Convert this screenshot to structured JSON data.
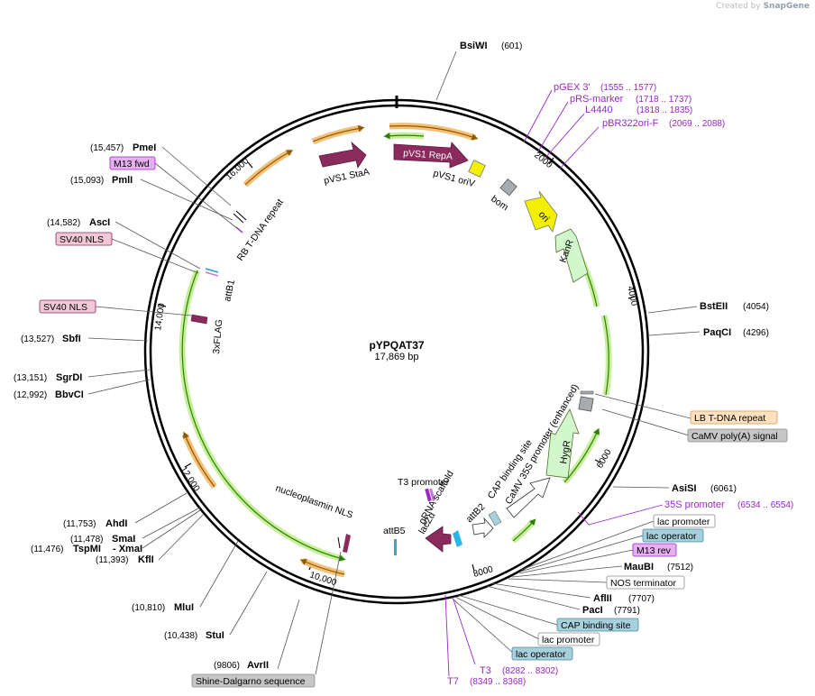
{
  "watermark": {
    "prefix": "Created by",
    "brand": "SnapGene"
  },
  "plasmid": {
    "name": "pYPQAT37",
    "length": "17,869 bp"
  },
  "ticks": [
    "2000",
    "4000",
    "6000",
    "8000",
    "10,000",
    "12,000",
    "14,000",
    "16,000"
  ],
  "sites": {
    "bsiwi": {
      "name": "BsiWI",
      "pos": "(601)"
    },
    "bsteii": {
      "name": "BstEII",
      "pos": "(4054)"
    },
    "paqci": {
      "name": "PaqCI",
      "pos": "(4296)"
    },
    "asisi": {
      "name": "AsiSI",
      "pos": "(6061)"
    },
    "maubi": {
      "name": "MauBI",
      "pos": "(7512)"
    },
    "aflii": {
      "name": "AflII",
      "pos": "(7707)"
    },
    "paci": {
      "name": "PacI",
      "pos": "(7791)"
    },
    "pmei": {
      "name": "PmeI",
      "pos": "(15,457)"
    },
    "pmli": {
      "name": "PmlI",
      "pos": "(15,093)"
    },
    "asci": {
      "name": "AscI",
      "pos": "(14,582)"
    },
    "sbfi": {
      "name": "SbfI",
      "pos": "(13,527)"
    },
    "sgrdi": {
      "name": "SgrDI",
      "pos": "(13,151)"
    },
    "bbvci": {
      "name": "BbvCI",
      "pos": "(12,992)"
    },
    "ahdi": {
      "name": "AhdI",
      "pos": "(11,753)"
    },
    "smai": {
      "name": "SmaI",
      "pos": "(11,478)"
    },
    "tspmi": {
      "name": "TspMI",
      "pos": "(11,476)",
      "extra": "- XmaI"
    },
    "kfli": {
      "name": "KflI",
      "pos": "(11,393)"
    },
    "mlui": {
      "name": "MluI",
      "pos": "(10,810)"
    },
    "stui": {
      "name": "StuI",
      "pos": "(10,438)"
    },
    "avrii": {
      "name": "AvrII",
      "pos": "(9806)"
    }
  },
  "primers": {
    "pgex3": {
      "name": "pGEX 3'",
      "pos": "(1555 .. 1577)"
    },
    "prsmarker": {
      "name": "pRS-marker",
      "pos": "(1718 .. 1737)"
    },
    "l4440": {
      "name": "L4440",
      "pos": "(1818 .. 1835)"
    },
    "pbr322": {
      "name": "pBR322ori-F",
      "pos": "(2069 .. 2088)"
    },
    "p35s": {
      "name": "35S promoter",
      "pos": "(6534 .. 6554)"
    },
    "t3": {
      "name": "T3",
      "pos": "(8282 .. 8302)"
    },
    "t7": {
      "name": "T7",
      "pos": "(8349 .. 8368)"
    },
    "m13fwd": {
      "name": "M13 fwd"
    },
    "m13rev": {
      "name": "M13 rev"
    }
  },
  "boxed_features": {
    "lb_tdna": "LB T-DNA repeat",
    "camv_polya": "CaMV poly(A) signal",
    "lac_promoter_1": "lac promoter",
    "lac_operator_1": "lac operator",
    "nos_terminator": "NOS terminator",
    "cap_binding_1": "CAP binding site",
    "lac_promoter_2": "lac promoter",
    "lac_operator_2": "lac operator",
    "sv40_nls_1": "SV40 NLS",
    "sv40_nls_2": "SV40 NLS",
    "shine_dalgarno": "Shine-Dalgarno sequence"
  },
  "features": {
    "pvs1_staa": "pVS1 StaA",
    "pvs1_repa": "pVS1 RepA",
    "pvs1_oriv": "pVS1 oriV",
    "bom": "bom",
    "ori": "ori",
    "kanr": "KanR",
    "hygr": "HygR",
    "camv35s": "CaMV 35S promoter (enhanced)",
    "cap_site_inner": "CAP binding site",
    "attb2": "attB2",
    "lacza": "lacZα",
    "grna": "gRNA scaffold",
    "t3_promoter": "T3 promoter",
    "attb5": "attB5",
    "nucleoplasmin": "nucleoplasmin NLS",
    "flag": "3xFLAG",
    "attb1": "attB1",
    "rb_tdna": "RB T-DNA repeat"
  },
  "colors": {
    "backbone": "#000000",
    "orf_fill": "#8b2a5c",
    "ori_fill": "#f2ef00",
    "marker_fill": "#d2f7cc",
    "promoter_fill": "#ffffff",
    "misc_fill": "#a7abb0",
    "orange_arc": "#f4c078",
    "green_arc": "#c6ef9c",
    "primer": "#9b26c9",
    "box_gray": "#c6c6c6",
    "box_blue": "#a5d0dc",
    "box_pink": "#f0c8d6",
    "box_violet": "#e6b0f0",
    "box_peach": "#fde1c0"
  }
}
